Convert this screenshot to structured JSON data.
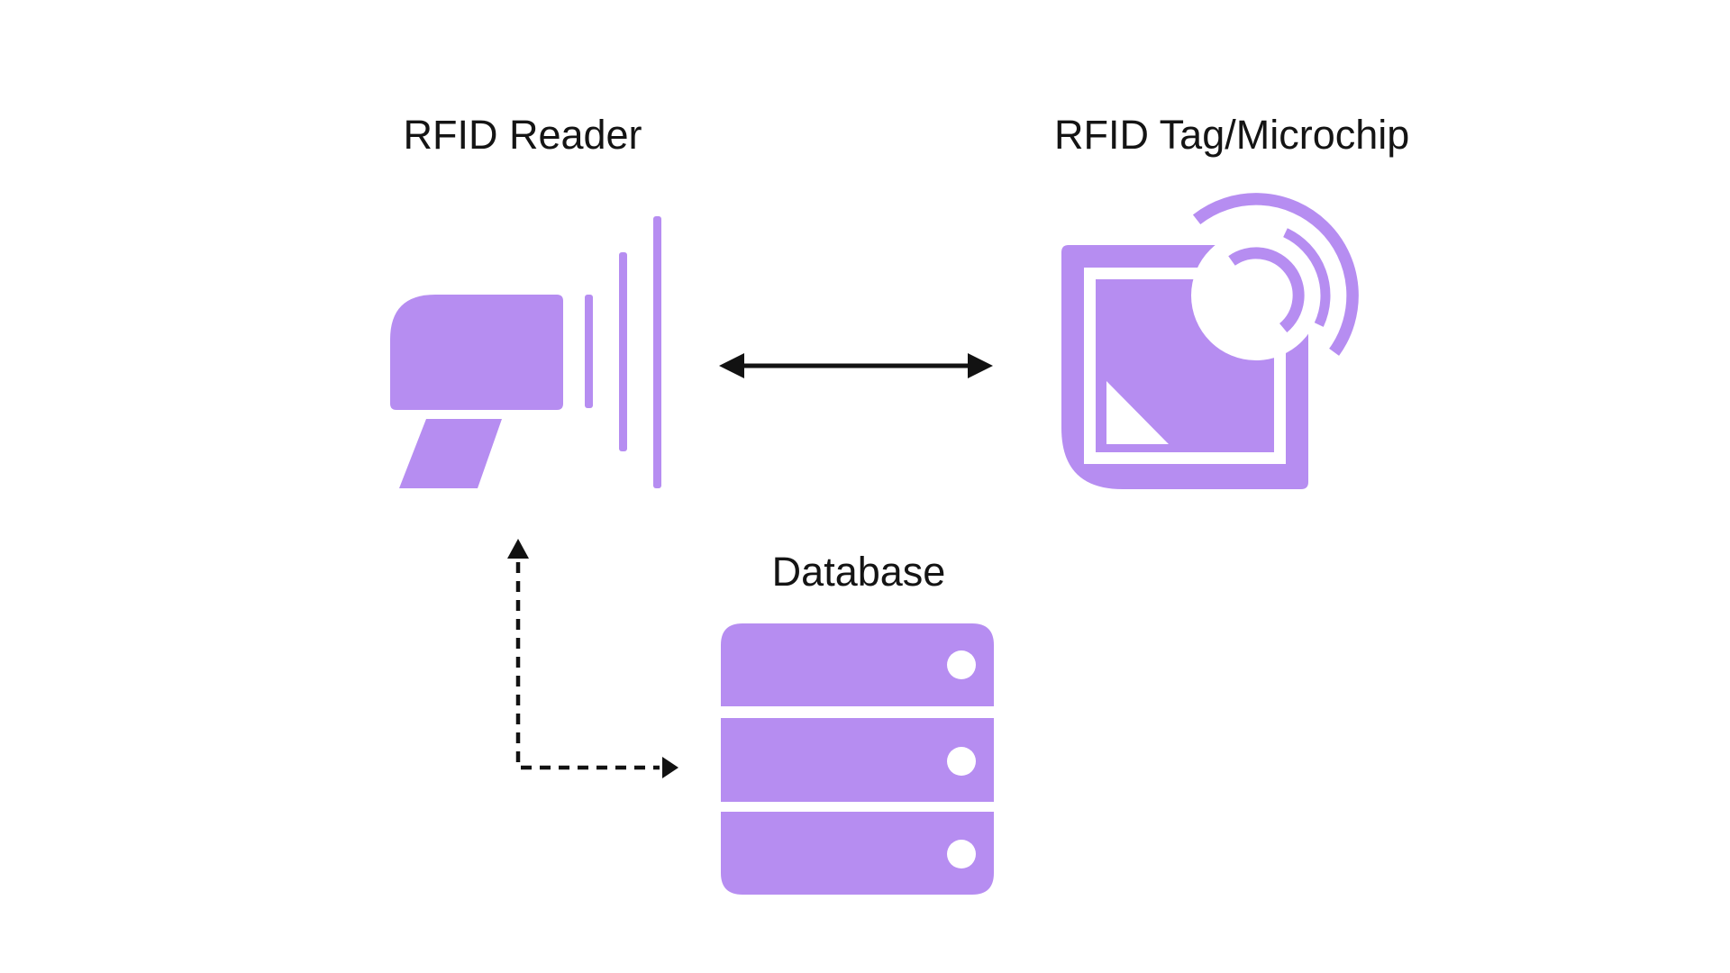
{
  "page": {
    "background": "#ffffff"
  },
  "diagram": {
    "accent_color": "#b68df1",
    "arrow_color": "#121212",
    "label_color": "#141414",
    "nodes": [
      {
        "id": "reader",
        "label": "RFID Reader",
        "icon": "rfid-reader-icon"
      },
      {
        "id": "tag",
        "label": "RFID Tag/Microchip",
        "icon": "rfid-tag-icon"
      },
      {
        "id": "database",
        "label": "Database",
        "icon": "database-icon"
      }
    ],
    "connections": [
      {
        "from": "reader",
        "to": "tag",
        "line": "solid",
        "arrows": "both",
        "shape": "straight"
      },
      {
        "from": "database",
        "to": "reader",
        "line": "dashed",
        "arrows": "both",
        "shape": "elbow"
      }
    ]
  }
}
